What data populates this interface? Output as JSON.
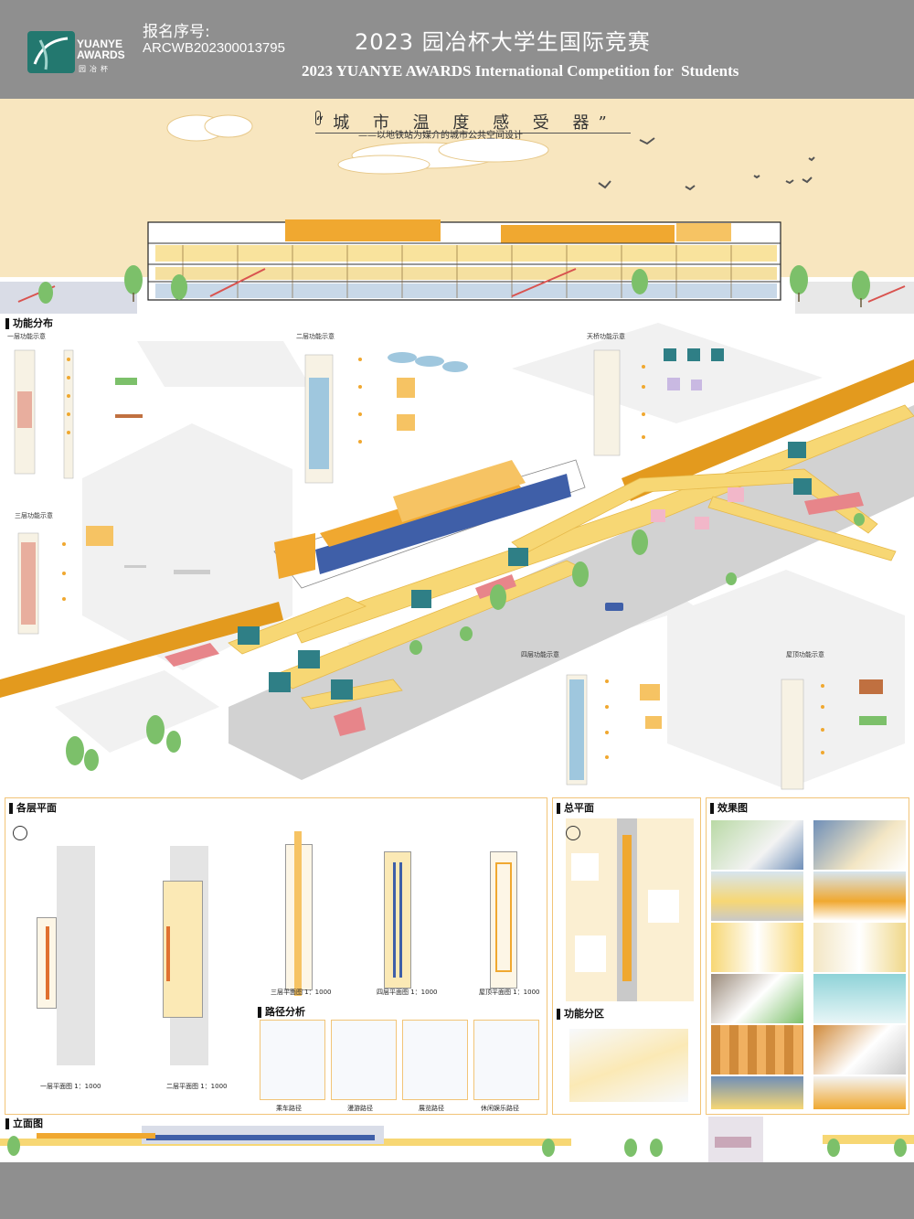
{
  "header": {
    "registration_label": "报名序号:",
    "registration_number": "ARCWB202300013795",
    "logo_text_en_line1": "YUANYE",
    "logo_text_en_line2": "AWARDS",
    "logo_text_cn": "园冶杯",
    "title_cn": "2023 园冶杯大学生国际竞赛",
    "title_en": "2023 YUANYE AWARDS International Competition for  Students"
  },
  "hero": {
    "title": "“城 市 温 度 感 受 器”",
    "subtitle": "——以地铁站为媒介的城市公共空间设计"
  },
  "sections": {
    "function": "功能分布",
    "floor_plans": "各层平面",
    "master_plan": "总平面",
    "renderings": "效果图",
    "path_analysis": "路径分析",
    "function_zoning": "功能分区",
    "elevation": "立面图"
  },
  "diagrams": {
    "floor1": "一层功能示意",
    "floor2": "二层功能示意",
    "bridge": "天桥功能示意",
    "floor3": "三层功能示意",
    "floor4": "四层功能示意",
    "roof": "屋顶功能示意"
  },
  "plan_captions": {
    "p1": "一层平面图 1：1000",
    "p2": "二层平面图 1：1000",
    "p3": "三层平面图 1：1000",
    "p4": "四层平面图 1：1000",
    "p5": "屋顶平面图 1：1000"
  },
  "path_captions": {
    "r1": "乘车路径",
    "r2": "漫游路径",
    "r3": "展览路径",
    "r4": "休闲娱乐路径"
  },
  "colors": {
    "header_gray": "#8f8f8f",
    "hero_cream": "#f8e6bf",
    "accent_orange": "#f0a830",
    "accent_yellow": "#f7d774",
    "accent_blue": "#3f5fa8",
    "teal": "#2f7f86",
    "green": "#7cc06a",
    "panel_border": "#f2c477"
  }
}
